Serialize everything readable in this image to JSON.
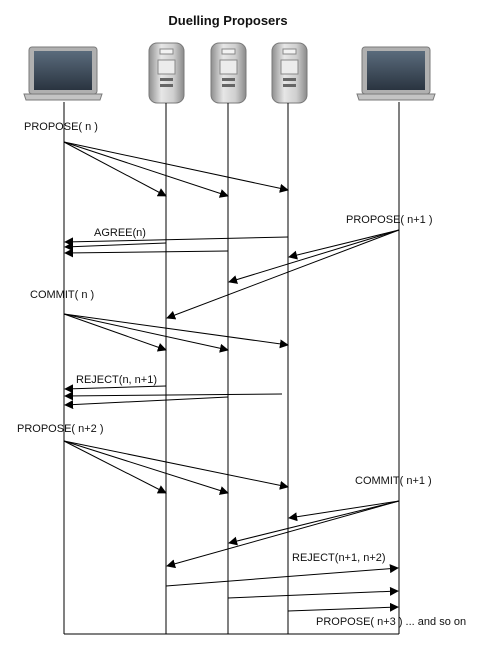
{
  "diagram": {
    "title": "Duelling Proposers",
    "actors": [
      {
        "id": "proposer-1",
        "kind": "laptop"
      },
      {
        "id": "acceptor-1",
        "kind": "server"
      },
      {
        "id": "acceptor-2",
        "kind": "server"
      },
      {
        "id": "acceptor-3",
        "kind": "server"
      },
      {
        "id": "proposer-2",
        "kind": "laptop"
      }
    ],
    "labels": {
      "propose_n": "PROPOSE( n )",
      "propose_n1": "PROPOSE( n+1 )",
      "agree_n": "AGREE(n)",
      "commit_n": "COMMIT( n )",
      "reject_n_n1": "REJECT(n, n+1)",
      "propose_n2": "PROPOSE( n+2 )",
      "commit_n1": "COMMIT( n+1 )",
      "reject_n1_n2": "REJECT(n+1, n+2)",
      "propose_n3": "PROPOSE( n+3 ) ... and so on"
    },
    "colors": {
      "line": "#000000",
      "laptop_frame": "#9a9a9a",
      "laptop_screen": "#3a4a5a",
      "server_body": "#b8b8b8"
    }
  }
}
